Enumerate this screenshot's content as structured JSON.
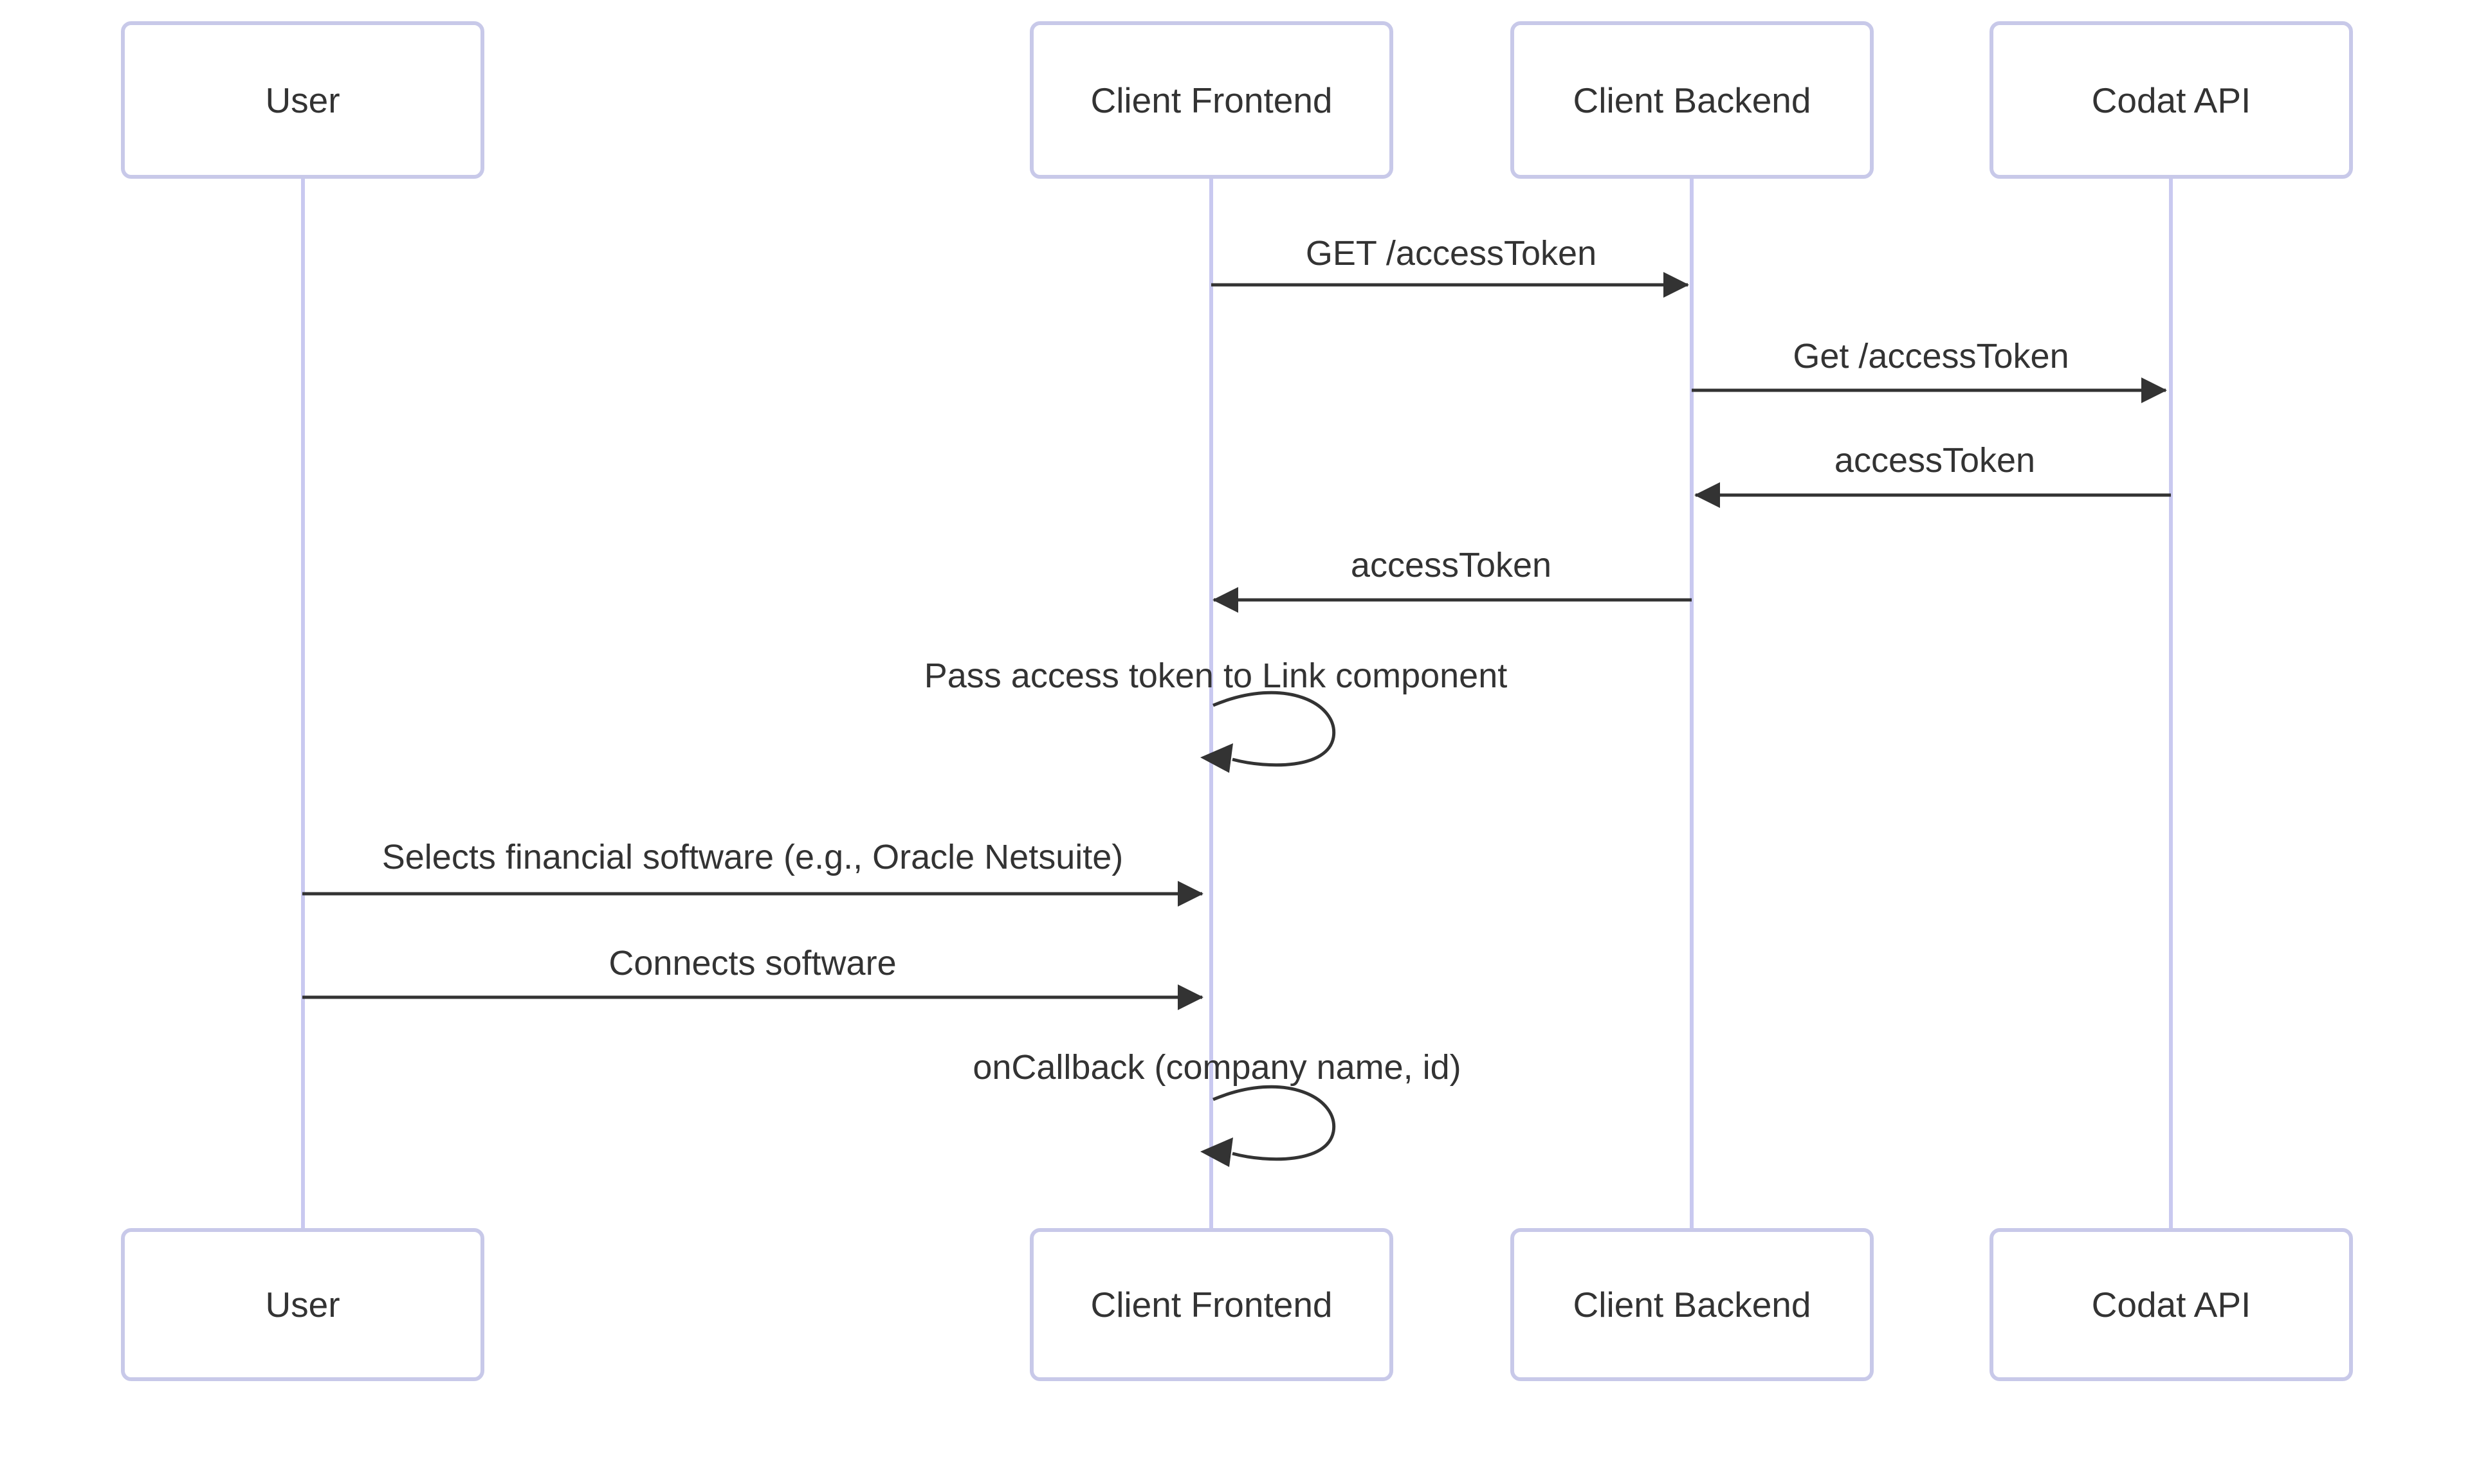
{
  "diagram": {
    "type": "sequence-diagram",
    "actors": [
      {
        "id": "user",
        "label": "User"
      },
      {
        "id": "client-frontend",
        "label": "Client Frontend"
      },
      {
        "id": "client-backend",
        "label": "Client Backend"
      },
      {
        "id": "codat-api",
        "label": "Codat API"
      }
    ],
    "messages": [
      {
        "from": "client-frontend",
        "to": "client-backend",
        "label": "GET /accessToken",
        "arrow": "solid-right"
      },
      {
        "from": "client-backend",
        "to": "codat-api",
        "label": "Get /accessToken",
        "arrow": "solid-right"
      },
      {
        "from": "codat-api",
        "to": "client-backend",
        "label": "accessToken",
        "arrow": "solid-left"
      },
      {
        "from": "client-backend",
        "to": "client-frontend",
        "label": "accessToken",
        "arrow": "solid-left"
      },
      {
        "from": "client-frontend",
        "to": "client-frontend",
        "label": "Pass access token to Link component",
        "arrow": "self-loop"
      },
      {
        "from": "user",
        "to": "client-frontend",
        "label": "Selects financial software (e.g., Oracle Netsuite)",
        "arrow": "solid-right"
      },
      {
        "from": "user",
        "to": "client-frontend",
        "label": "Connects software",
        "arrow": "solid-right"
      },
      {
        "from": "client-frontend",
        "to": "client-frontend",
        "label": "onCallback (company name, id)",
        "arrow": "self-loop"
      }
    ],
    "colors": {
      "background": "#ffffff",
      "actor_fill": "#ffffff",
      "actor_border": "#c8c9e9",
      "lifeline": "#c9c9f0",
      "arrow": "#333333",
      "text": "#333333"
    }
  }
}
